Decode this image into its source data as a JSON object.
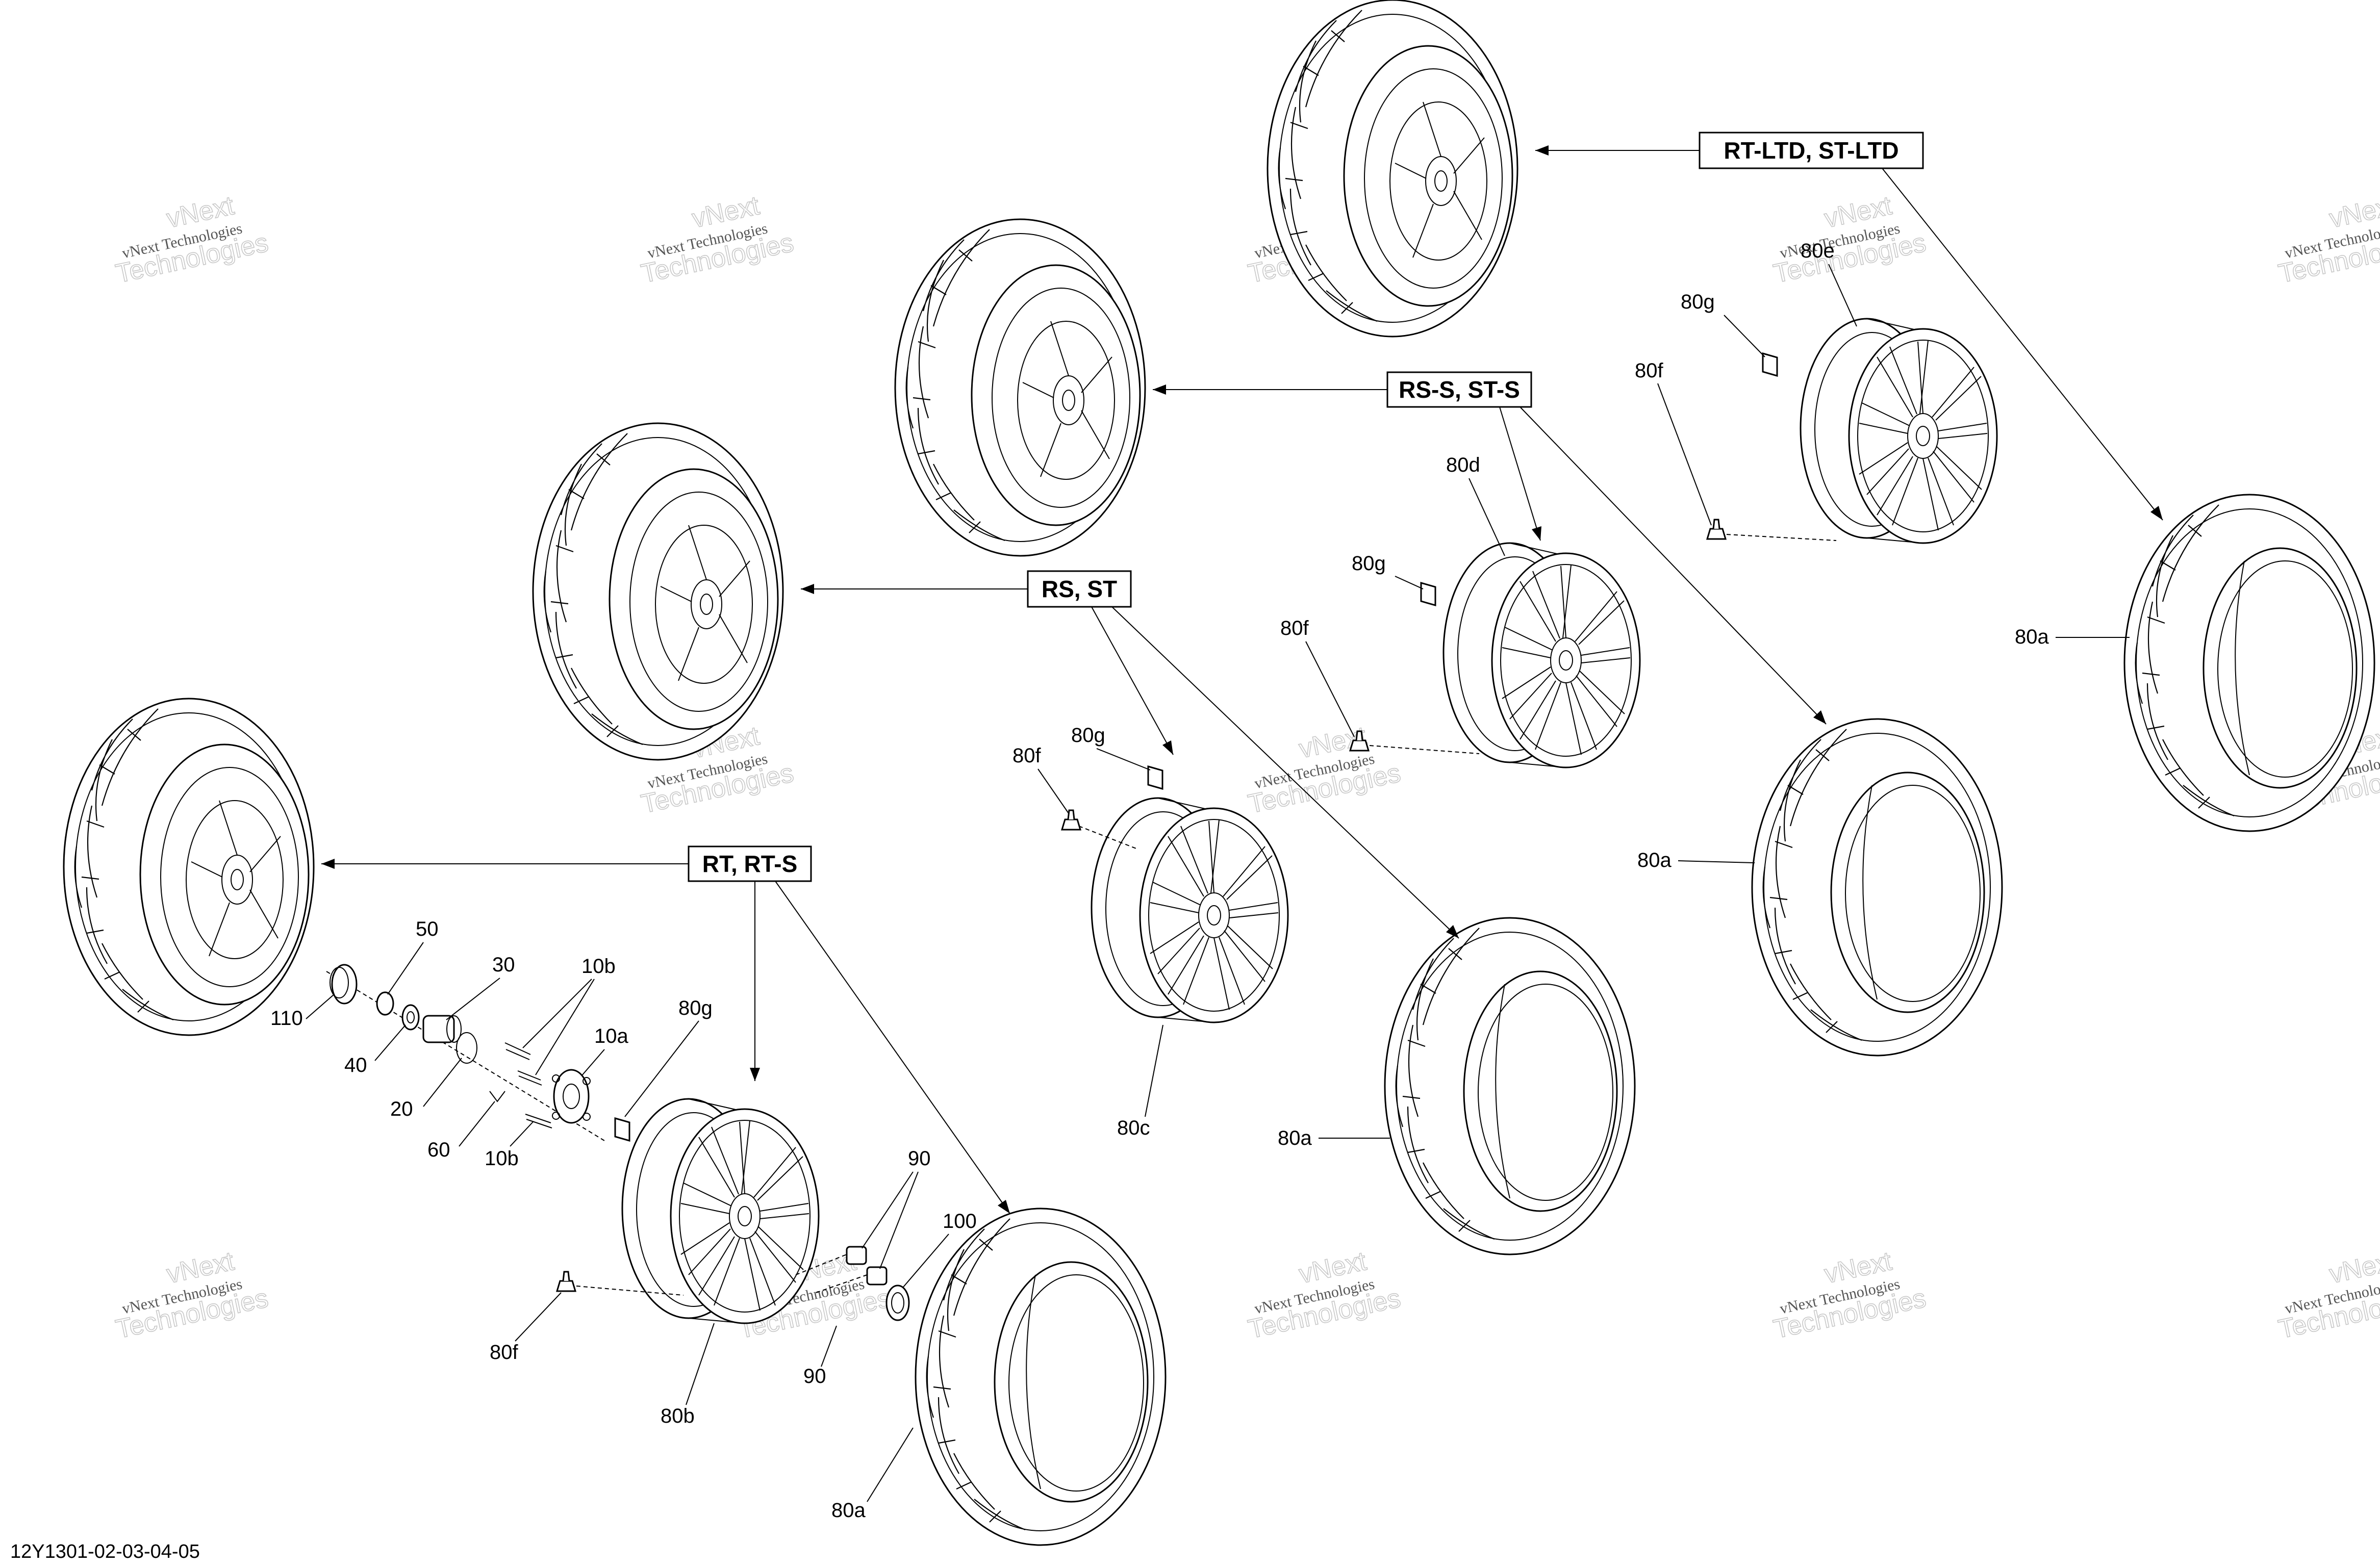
{
  "models": [
    {
      "id": "rt-ltd",
      "label": "RT-LTD, ST-LTD"
    },
    {
      "id": "rs-s",
      "label": "RS-S, ST-S"
    },
    {
      "id": "rs",
      "label": "RS, ST"
    },
    {
      "id": "rt",
      "label": "RT, RT-S"
    }
  ],
  "callouts": {
    "c110": "110",
    "c50": "50",
    "c40": "40",
    "c30": "30",
    "c20": "20",
    "c10b_top": "10b",
    "c10a": "10a",
    "c60": "60",
    "c10b_bot": "10b",
    "c80g_rt": "80g",
    "c80f_rt": "80f",
    "c80b": "80b",
    "c90_top": "90",
    "c90_bot": "90",
    "c100": "100",
    "c80a_rt": "80a",
    "c80f_rs": "80f",
    "c80g_rs": "80g",
    "c80c": "80c",
    "c80a_rs": "80a",
    "c80d": "80d",
    "c80g_rss": "80g",
    "c80f_rss": "80f",
    "c80a_rss": "80a",
    "c80e": "80e",
    "c80g_ltd": "80g",
    "c80f_ltd": "80f",
    "c80a_ltd": "80a"
  },
  "watermark": {
    "line1": "vNext Technologies",
    "line2": "vNext",
    "line3": "Technologies"
  },
  "reference": "12Y1301-02-03-04-05"
}
